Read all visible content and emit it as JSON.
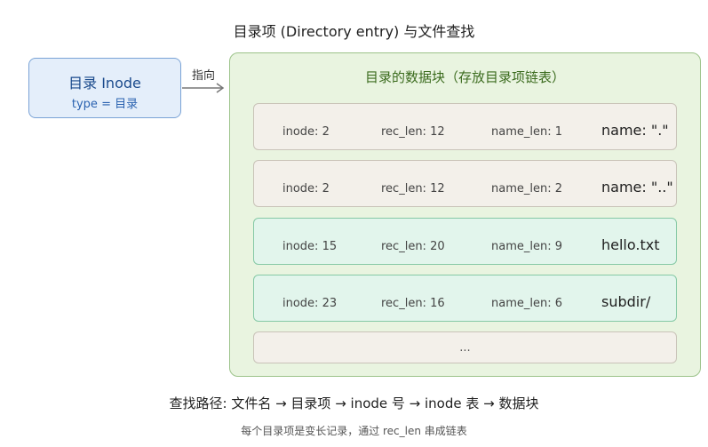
{
  "title": "目录项 (Directory entry) 与文件查找",
  "inode_box": {
    "name": "目录 Inode",
    "type": "type = 目录"
  },
  "arrow_label": "指向",
  "data_block": {
    "title": "目录的数据块（存放目录项链表）",
    "entries": [
      {
        "inode": "inode: 2",
        "rec_len": "rec_len: 12",
        "name_len": "name_len: 1",
        "name": "name: \".\""
      },
      {
        "inode": "inode: 2",
        "rec_len": "rec_len: 12",
        "name_len": "name_len: 2",
        "name": "name: \"..\""
      },
      {
        "inode": "inode: 15",
        "rec_len": "rec_len: 20",
        "name_len": "name_len: 9",
        "name": "hello.txt"
      },
      {
        "inode": "inode: 23",
        "rec_len": "rec_len: 16",
        "name_len": "name_len: 6",
        "name": "subdir/"
      }
    ],
    "ellipsis": "..."
  },
  "lookup_path": "查找路径: 文件名 → 目录项 → inode 号 → inode 表 → 数据块",
  "note": "每个目录项是变长记录，通过 rec_len 串成链表",
  "colors": {
    "inode_fill": "#e4eefa",
    "block_fill": "#e9f4e0",
    "entry_gray": "#f3f0ea",
    "entry_teal": "#e2f5ec"
  }
}
